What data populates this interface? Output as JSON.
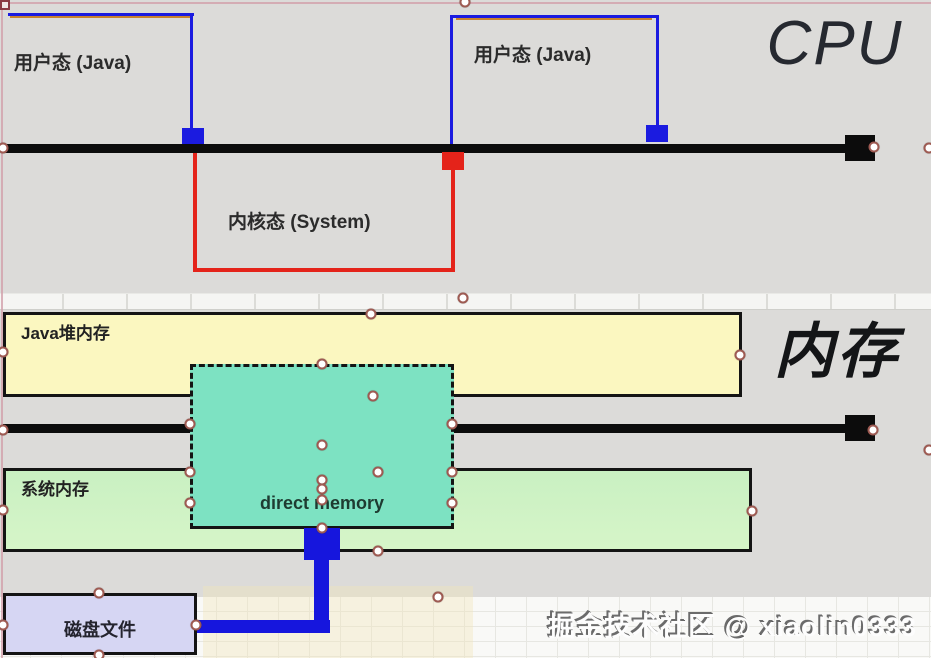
{
  "diagram": {
    "cpu": {
      "title": "CPU",
      "user_mode_left": "用户态 (Java)",
      "user_mode_right": "用户态 (Java)",
      "kernel_mode": "内核态 (System)"
    },
    "memory": {
      "title": "内存",
      "java_heap": "Java堆内存",
      "direct_memory": "direct memory",
      "system_memory": "系统内存",
      "disk_file": "磁盘文件"
    },
    "watermark": "掘金技术社区 @ xiaolin0333",
    "colors": {
      "background": "#dcdbd9",
      "mode_switch_arrow_blue": "#1b1be0",
      "kernel_return_arrow_red": "#e4231a",
      "timeline_black": "#0c0c0c",
      "java_heap_fill": "#fbf7c0",
      "direct_memory_fill": "#7de2c2",
      "system_memory_fill": "#c9f0c2",
      "disk_file_fill": "#d6d6f3",
      "copy_arrow_blue": "#1616dd"
    }
  }
}
